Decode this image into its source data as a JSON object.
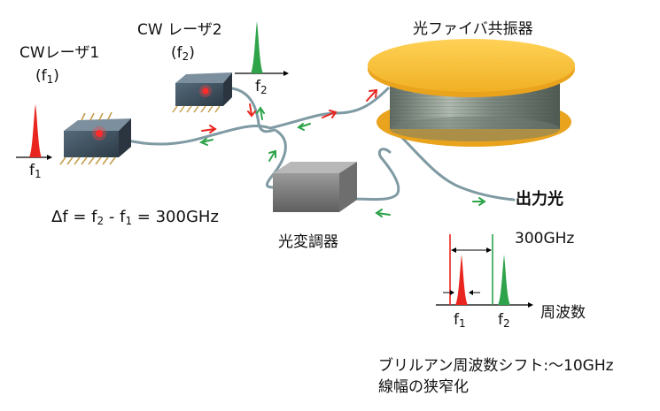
{
  "laser1": {
    "label": "CWレーザ1",
    "freq": "(f",
    "freq_sub": "1",
    "freq_close": ")",
    "axis_label": "f",
    "axis_sub": "1"
  },
  "laser2": {
    "label": "CW レーザ2",
    "freq": "(f",
    "freq_sub": "2",
    "freq_close": ")",
    "axis_label": "f",
    "axis_sub": "2"
  },
  "resonator": {
    "label": "光ファイバ共振器"
  },
  "output": {
    "label": "出力光"
  },
  "modulator": {
    "label": "光変調器"
  },
  "equation": {
    "p1": "Δf = f",
    "s1": "2",
    "p2": " - f",
    "s2": "1",
    "p3": " = 300GHz"
  },
  "spectrum": {
    "spacing": "300GHz",
    "axis_label": "周波数",
    "f1": "f",
    "f1_sub": "1",
    "f2": "f",
    "f2_sub": "2"
  },
  "notes": {
    "line1": "ブリルアン周波数シフト:～10GHz",
    "line2": "線幅の狭窄化"
  },
  "colors": {
    "red": "#e8261f",
    "green": "#2ea34a",
    "gold": "#f4bd2a",
    "fiber": "#7f9aa3"
  }
}
